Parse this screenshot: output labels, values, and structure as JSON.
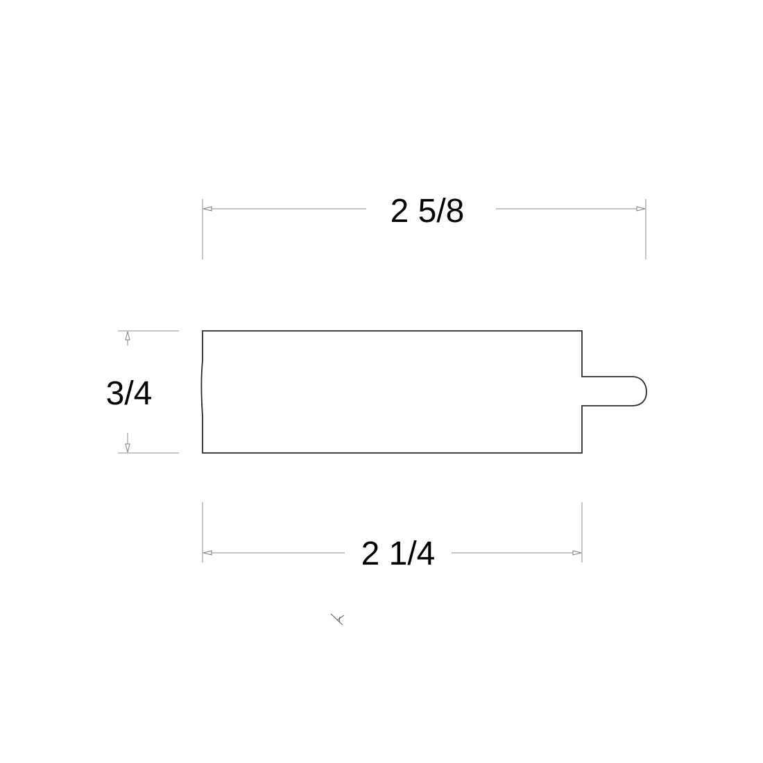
{
  "dimensions": {
    "overall_width": "2 5/8",
    "body_width": "2 1/4",
    "thickness": "3/4"
  },
  "colors": {
    "background": "#ffffff",
    "outline": "#2a2a2a",
    "dimension_line": "#8a8a8a",
    "text": "#000000"
  }
}
